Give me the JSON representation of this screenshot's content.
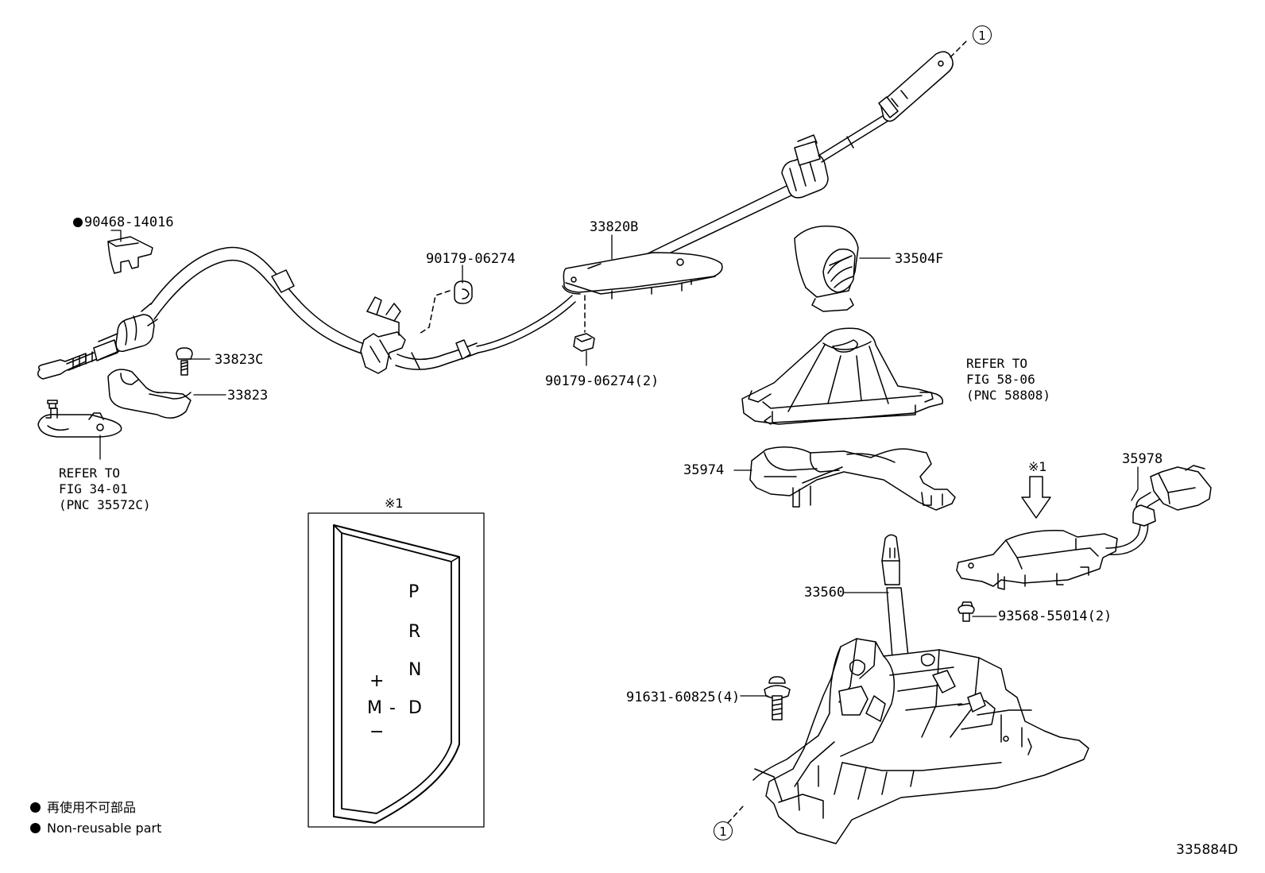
{
  "diagram": {
    "ref_circle": "1",
    "drawing_code": "335884D",
    "parts": {
      "p1": "90468-14016",
      "p2": "33823C",
      "p3": "33823",
      "p4": "90179-06274",
      "p5": "33820B",
      "p6": "90179-06274(2)",
      "p7": "33504F",
      "p8": "35974",
      "p9": "35978",
      "p10": "33560",
      "p11": "93568-55014(2)",
      "p12": "91631-60825(4)"
    },
    "notes": {
      "refer_fig_34": [
        "REFER TO",
        "FIG 34-01",
        "(PNC 35572C)"
      ],
      "refer_fig_58": [
        "REFER TO",
        "FIG 58-06",
        "(PNC 58808)"
      ]
    },
    "inset_mark": "※1",
    "arrow_mark": "※1",
    "gear_letters": {
      "p": "P",
      "r": "R",
      "n": "N",
      "d": "D",
      "m": "M",
      "plus": "+",
      "minus": "−",
      "dash": "-"
    },
    "legend": {
      "jp": "再使用不可部品",
      "en": "Non-reusable part"
    }
  }
}
